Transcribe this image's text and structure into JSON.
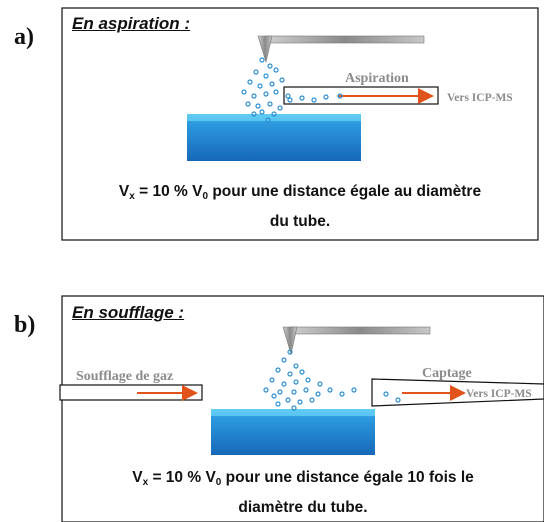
{
  "panel_a": {
    "letter": "a)",
    "title": "En aspiration :",
    "label_aspiration": "Aspiration",
    "label_vers": "Vers ICP-MS",
    "caption_line1_rest": "= 10 % V",
    "caption_line1_tail": "pour une distance égale au diamètre",
    "caption_line2": "du tube.",
    "sub_x": "x",
    "sub_0": "0",
    "var": "V"
  },
  "panel_b": {
    "letter": "b)",
    "title": "En soufflage :",
    "label_soufflage": "Soufflage de gaz",
    "label_captage": "Captage",
    "label_vers": "Vers ICP-MS",
    "caption_line1_rest": "= 10 % V",
    "caption_line1_tail": "pour une distance égale 10 fois le",
    "caption_line2": "diamètre du tube.",
    "sub_x": "x",
    "sub_0": "0",
    "var": "V"
  },
  "colors": {
    "arrow": "#e2531c",
    "particle": "#2e8fd0",
    "block_top": "#4fc0ec",
    "block_body": "#1c7cc8",
    "needle": "#9a9a9a"
  }
}
